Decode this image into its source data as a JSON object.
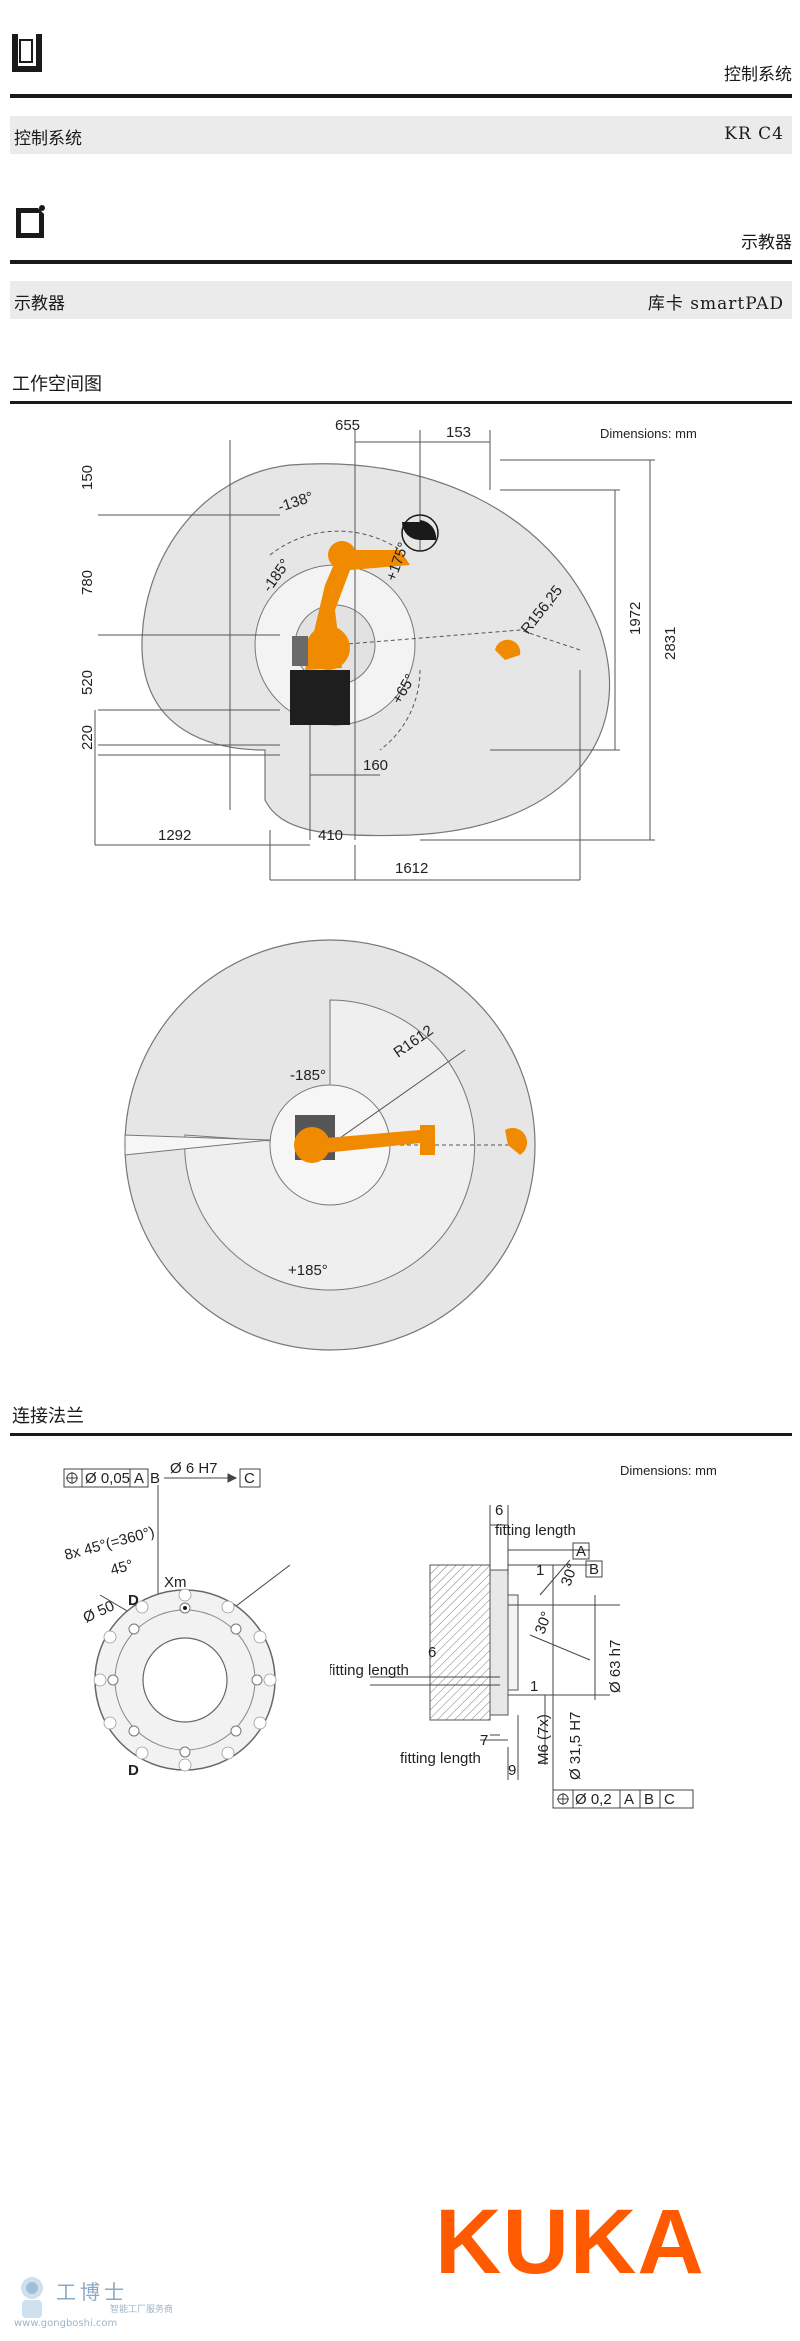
{
  "sections": {
    "control": {
      "title": "控制系统",
      "row_label": "控制系统",
      "row_value": "KR  C4"
    },
    "teach": {
      "title": "示教器",
      "row_label": "示教器",
      "row_value": "库卡  smartPAD"
    },
    "workspace": {
      "title": "工作空间图"
    },
    "flange": {
      "title": "连接法兰"
    }
  },
  "icons": {
    "control": "control-cabinet-icon",
    "teach": "teach-pendant-icon"
  },
  "workspace_side": {
    "units": "Dimensions: mm",
    "d655": "655",
    "d153": "153",
    "d150": "150",
    "d780": "780",
    "d520": "520",
    "d220": "220",
    "d160": "160",
    "d1292": "1292",
    "d410": "410",
    "d1612": "1612",
    "d1972": "1972",
    "d2831": "2831",
    "a138": "-138°",
    "a185": "-185°",
    "a175": "+175°",
    "a65": "+65°",
    "r156": "R156,25"
  },
  "workspace_top": {
    "r1612": "R1612",
    "am185": "-185°",
    "ap185": "+185°"
  },
  "flange": {
    "units": "Dimensions: mm",
    "tol1": "Ø 0,05",
    "tolA": "A",
    "tolB": "B",
    "hole": "Ø 6 H7",
    "datumC": "C",
    "angle8": "8x 45°(=360°)",
    "angle45": "45°",
    "xm": "Xm",
    "d50": "Ø 50",
    "D1": "D",
    "D2": "D",
    "s6": "6",
    "fit1": "fitting length",
    "s1": "1",
    "sA": "A",
    "s30a": "30°",
    "sB": "B",
    "s30b": "30°",
    "s6b": "6",
    "fit2": "fitting length",
    "s1b": "1",
    "d63": "Ø 63 h7",
    "s7": "7",
    "fit3": "fitting length",
    "s9": "9",
    "m6": "M6 (7x)",
    "d315": "Ø 31,5 H7",
    "tol2": "Ø 0,2",
    "t2A": "A",
    "t2B": "B",
    "t2C": "C"
  },
  "branding": {
    "logo": "KUKA",
    "watermark_cn": "工博士",
    "watermark_sub": "智能工厂服务商",
    "watermark_url": "www.gongboshi.com"
  },
  "colors": {
    "robot_orange": "#f08a00",
    "kuka_orange": "#ff5a00",
    "band_gray": "#ebebeb"
  }
}
